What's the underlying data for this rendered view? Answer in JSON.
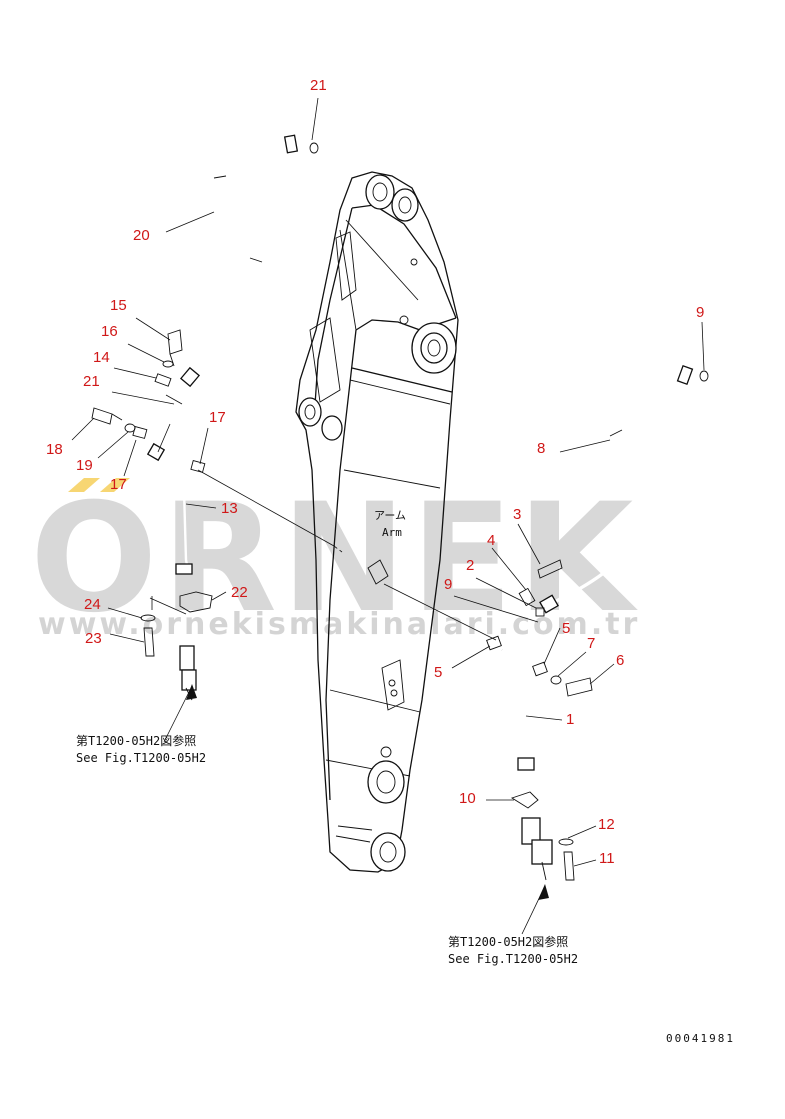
{
  "watermark": {
    "brand": "ORNEK",
    "url": "www.ornekismakinalari.com.tr",
    "accent_color": "#f0b400"
  },
  "arm_label": {
    "jp": "アーム",
    "en": "Arm"
  },
  "notes": [
    {
      "jp": "第T1200-05H2図参照",
      "en": "See Fig.T1200-05H2"
    },
    {
      "jp": "第T1200-05H2図参照",
      "en": "See Fig.T1200-05H2"
    }
  ],
  "callouts": [
    "21",
    "20",
    "15",
    "16",
    "14",
    "21",
    "18",
    "19",
    "17",
    "17",
    "13",
    "24",
    "23",
    "22",
    "9",
    "8",
    "3",
    "4",
    "2",
    "9",
    "5",
    "5",
    "7",
    "6",
    "1",
    "10",
    "12",
    "11"
  ],
  "document_number": "00041981",
  "colors": {
    "callout": "#d01818",
    "line": "#111111",
    "watermark": "#b9b9b9"
  }
}
